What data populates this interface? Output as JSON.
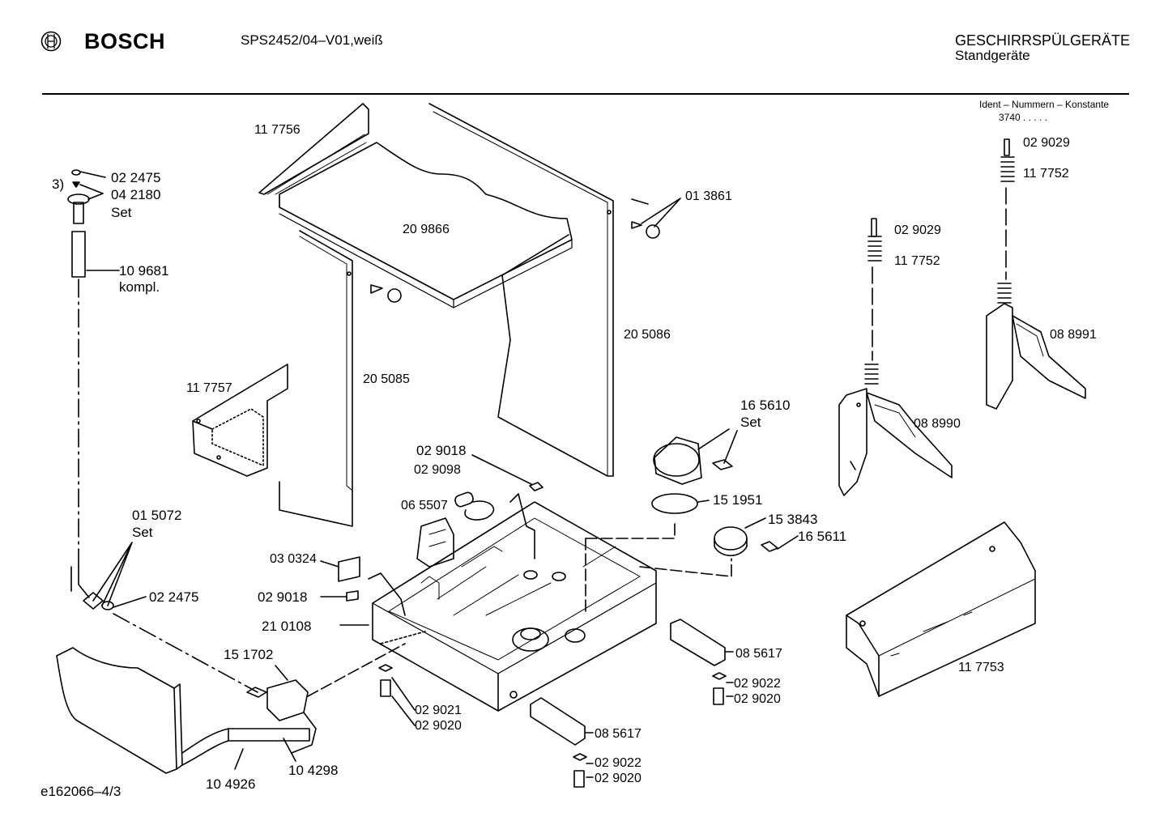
{
  "header": {
    "brand": "BOSCH",
    "model": "SPS2452/04–V01,weiß",
    "category": "GESCHIRRSPÜLGERÄTE",
    "subcategory": "Standgeräte",
    "ident_label": "Ident – Nummern – Konstante",
    "ident_value": "3740  .  .  .  .  ."
  },
  "footer": {
    "drawing_id": "e162066–4/3"
  },
  "labels": {
    "l01": "02 2475",
    "l02": "3)",
    "l03": "04 2180",
    "l04": "Set",
    "l05": "10 9681",
    "l06": "kompl.",
    "l07": "11 7756",
    "l08": "20 9866",
    "l09": "01 3861",
    "l10": "20 5086",
    "l11": "20 5085",
    "l12": "11 7757",
    "l13": "02 9029",
    "l14": "11 7752",
    "l15": "02 9029",
    "l16": "11 7752",
    "l17": "08 8991",
    "l18": "08 8990",
    "l19": "16 5610",
    "l20": "Set",
    "l21": "02 9018",
    "l22": "02 9098",
    "l23": "06 5507",
    "l24": "15 1951",
    "l25": "15 3843",
    "l26": "16 5611",
    "l27": "01 5072",
    "l28": "Set",
    "l29": "03 0324",
    "l30": "02 9018",
    "l31": "02 2475",
    "l32": "21 0108",
    "l33": "15 1702",
    "l34": "02 9021",
    "l35": "02 9020",
    "l36": "08 5617",
    "l37": "02 9022",
    "l38": "02 9020",
    "l39": "11 7753",
    "l40": "08 5617",
    "l41": "02 9022",
    "l42": "02 9020",
    "l43": "10 4298",
    "l44": "10 4926"
  }
}
